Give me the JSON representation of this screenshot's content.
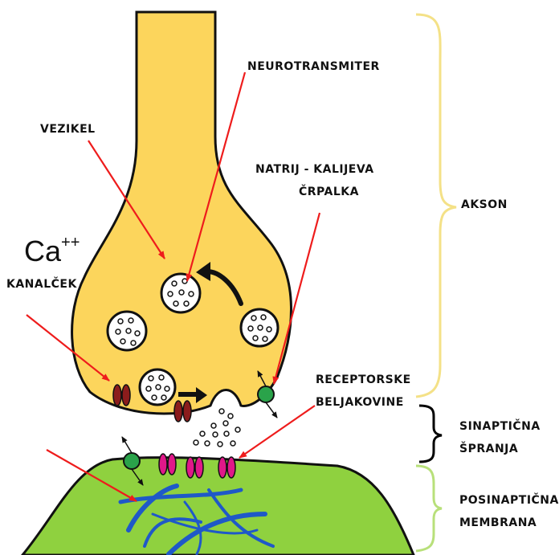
{
  "labels": {
    "neurotransmitter": "NEUROTRANSMITER",
    "vesicle": "VEZIKEL",
    "pump_line1": "NATRIJ - KALIJEVA",
    "pump_line2": "ČRPALKA",
    "ca_symbol": "Ca",
    "ca_charge": "++",
    "channel": "KANALČEK",
    "receptor_line1": "RECEPTORSKE",
    "receptor_line2": "BELJAKOVINE",
    "axon": "AKSON",
    "cleft_line1": "SINAPTIČNA",
    "cleft_line2": "ŠPRANJA",
    "postsyn_line1": "POSINAPTIČNA",
    "postsyn_line2": "MEMBRANA"
  },
  "colors": {
    "axon_fill": "#fcd55c",
    "postsynaptic_fill": "#8fd13f",
    "arrow": "#ee1c1c",
    "calcium_channel": "#8b1c1c",
    "receptor": "#e01889",
    "pump": "#2aa34a",
    "fibers": "#1f59c8",
    "brace_axon": "#f4e187",
    "brace_cleft": "#000000",
    "brace_postsynaptic": "#b8e07a"
  }
}
